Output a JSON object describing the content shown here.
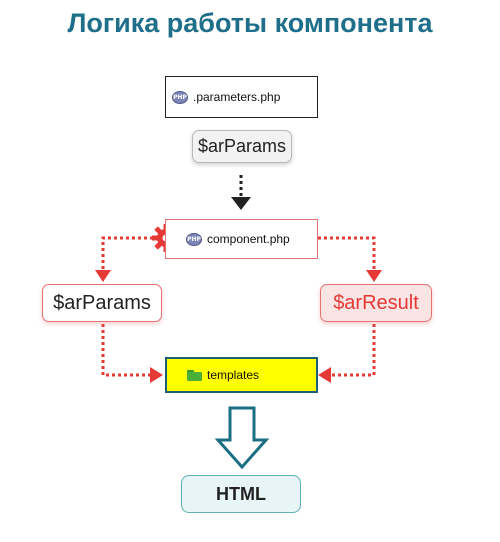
{
  "title": "Логика работы компонента",
  "nodes": {
    "parameters_file": ".parameters.php",
    "params_top": "$arParams",
    "component_file": "component.php",
    "params_left": "$arParams",
    "result_right": "$arResult",
    "templates_folder": "templates",
    "html_output": "HTML"
  },
  "icons": {
    "file": "php-file-icon",
    "folder": "folder-icon",
    "gear": "gear-icon"
  },
  "colors": {
    "title": "#1f6f8b",
    "red_accent": "#e53935",
    "templates_fill": "#ffff00",
    "teal_arrow": "#1a6f83"
  }
}
